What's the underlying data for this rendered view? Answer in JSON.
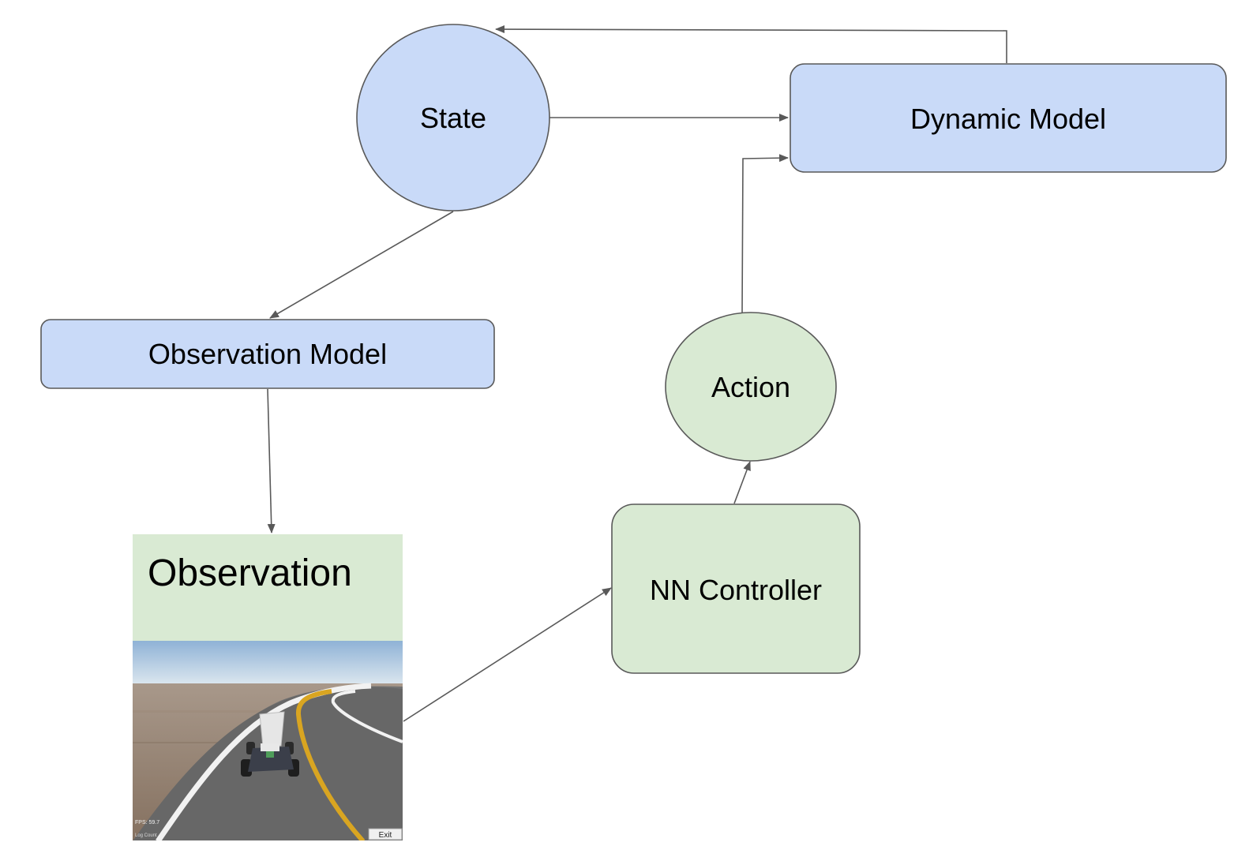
{
  "colors": {
    "blue_fill": "#c9daf8",
    "green_fill": "#d9ead3",
    "border": "#595959",
    "arrow": "#595959"
  },
  "nodes": {
    "state": {
      "label": "State"
    },
    "dynamic_model": {
      "label": "Dynamic Model"
    },
    "observation_model": {
      "label": "Observation Model"
    },
    "action": {
      "label": "Action"
    },
    "nn_controller": {
      "label": "NN Controller"
    },
    "observation": {
      "label": "Observation"
    }
  },
  "simulator": {
    "fps_text": "FPS: 59.7",
    "log_count_text": "Log Count",
    "exit_label": "Exit"
  },
  "edges": [
    {
      "from": "dynamic_model",
      "to": "state"
    },
    {
      "from": "state",
      "to": "dynamic_model"
    },
    {
      "from": "action",
      "to": "dynamic_model"
    },
    {
      "from": "state",
      "to": "observation_model"
    },
    {
      "from": "observation_model",
      "to": "observation"
    },
    {
      "from": "observation",
      "to": "nn_controller"
    },
    {
      "from": "nn_controller",
      "to": "action"
    }
  ]
}
